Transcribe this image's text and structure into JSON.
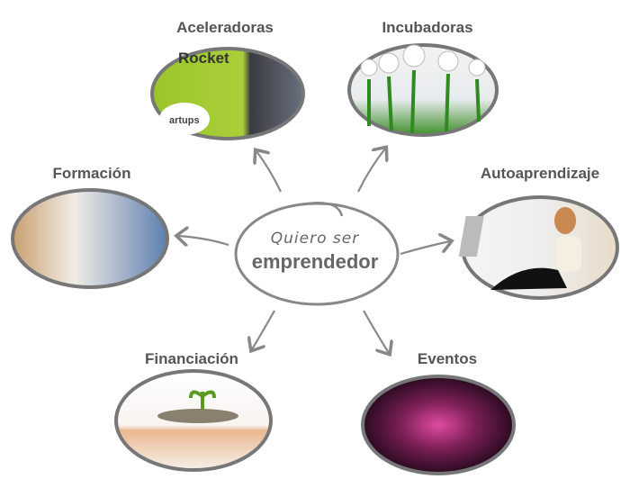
{
  "center": {
    "line1": "Quiero ser",
    "line2": "emprendedor"
  },
  "nodes": [
    {
      "label": "Aceleradoras",
      "image": "startup-event-photo",
      "sign_text": "Rocket",
      "sub_text": "artups"
    },
    {
      "label": "Incubadoras",
      "image": "lightbulb-sprouts-photo"
    },
    {
      "label": "Formación",
      "image": "classroom-writing-photo"
    },
    {
      "label": "Autoaprendizaje",
      "image": "woman-laptop-photo"
    },
    {
      "label": "Financiación",
      "image": "hand-coins-plant-photo"
    },
    {
      "label": "Eventos",
      "image": "crowd-event-photo"
    }
  ],
  "colors": {
    "label": "#555555",
    "stroke": "#777777",
    "arrow": "#888888"
  }
}
